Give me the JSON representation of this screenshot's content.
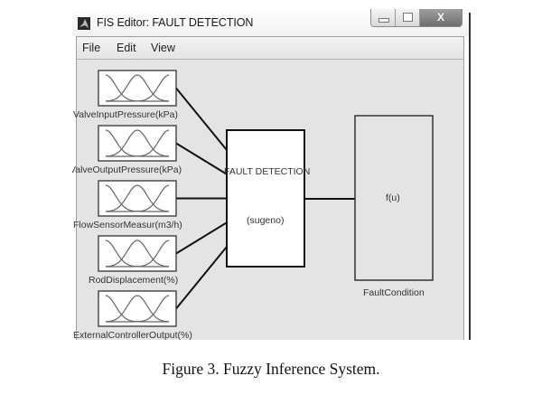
{
  "window": {
    "title": "FIS Editor: FAULT DETECTION",
    "icon": "matlab-logo-icon",
    "controls": {
      "minimize": "minimize",
      "maximize": "maximize",
      "close": "X"
    }
  },
  "menubar": {
    "items": [
      "File",
      "Edit",
      "View"
    ]
  },
  "fis": {
    "name": "FAULT DETECTION",
    "type": "(sugeno)",
    "inputs": [
      {
        "label": "ValveInputPressure(kPa)"
      },
      {
        "label": "ValveOutputPressure(kPa)"
      },
      {
        "label": "FlowSensorMeasur(m3/h)"
      },
      {
        "label": "RodDisplacement(%)"
      },
      {
        "label": "ExternalControllerOutput(%)"
      }
    ],
    "output": {
      "symbol": "f(u)",
      "label": "FaultCondition"
    }
  },
  "caption": "Figure 3. Fuzzy Inference System."
}
